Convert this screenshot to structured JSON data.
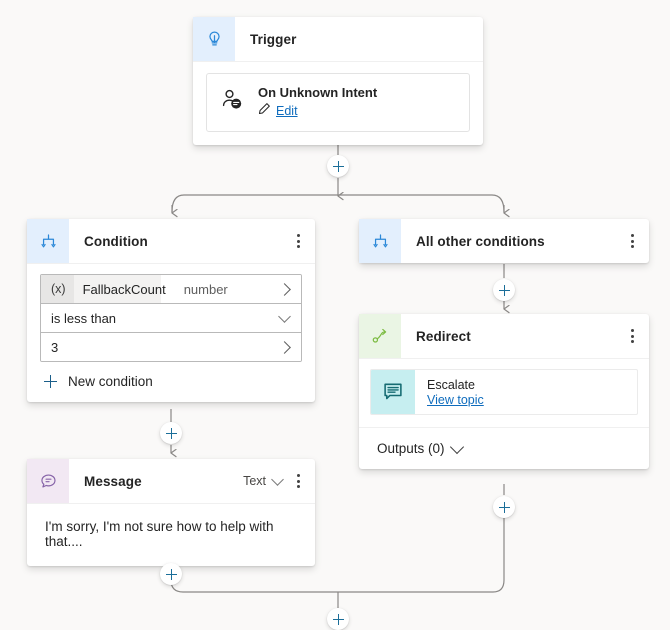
{
  "canvas": {
    "background_color": "#faf9f8",
    "connector_color": "#8a8886",
    "accent_color": "#0f6cbd"
  },
  "nodes": {
    "trigger": {
      "title": "Trigger",
      "icon": "lightbulb-icon",
      "tile_color": "#e3effd",
      "item": {
        "title": "On Unknown Intent",
        "icon": "person-chat-icon",
        "edit_label": "Edit",
        "edit_icon": "pencil-icon"
      }
    },
    "condition": {
      "title": "Condition",
      "icon": "branch-icon",
      "tile_color": "#e3effd",
      "menu_icon": "kebab-menu-icon",
      "rows": {
        "variable": {
          "x_label": "(x)",
          "name": "FallbackCount",
          "type": "number",
          "chevron": "chevron-right-icon"
        },
        "operator": {
          "value": "is less than",
          "chevron": "chevron-down-icon"
        },
        "value": {
          "value": "3",
          "chevron": "chevron-right-icon"
        }
      },
      "new_condition_label": "New condition",
      "new_condition_icon": "plus-icon"
    },
    "all_other_conditions": {
      "title": "All other conditions",
      "icon": "branch-icon",
      "tile_color": "#e3effd",
      "menu_icon": "kebab-menu-icon"
    },
    "redirect": {
      "title": "Redirect",
      "icon": "redirect-arrow-icon",
      "tile_color": "#eaf5e4",
      "menu_icon": "kebab-menu-icon",
      "topic": {
        "title": "Escalate",
        "link_label": "View topic",
        "icon": "chat-bubble-lines-icon",
        "tile_color": "#c6eef0"
      },
      "outputs_label": "Outputs (0)",
      "outputs_chevron": "chevron-down-icon"
    },
    "message": {
      "title": "Message",
      "icon": "message-bubble-icon",
      "tile_color": "#f2e8f3",
      "type_label": "Text",
      "type_chevron": "chevron-down-icon",
      "menu_icon": "kebab-menu-icon",
      "text": "I'm sorry, I'm not sure how to help with that...."
    }
  },
  "add_buttons": [
    {
      "name": "add-node-after-trigger",
      "icon": "plus-icon"
    },
    {
      "name": "add-node-after-all-other-conditions",
      "icon": "plus-icon"
    },
    {
      "name": "add-node-after-condition",
      "icon": "plus-icon"
    },
    {
      "name": "add-node-after-redirect",
      "icon": "plus-icon"
    },
    {
      "name": "add-node-after-message",
      "icon": "plus-icon"
    },
    {
      "name": "add-node-after-merge",
      "icon": "plus-icon"
    }
  ]
}
